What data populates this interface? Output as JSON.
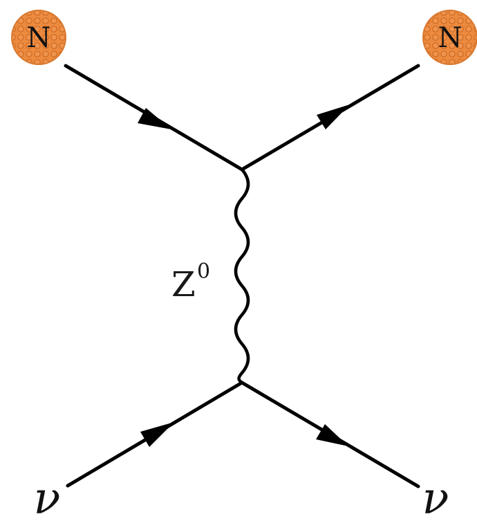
{
  "nucleus_in": {
    "label": "N"
  },
  "nucleus_out": {
    "label": "N"
  },
  "neutrino_in": {
    "label": "ν"
  },
  "neutrino_out": {
    "label": "ν"
  },
  "propagator": {
    "label": "Z",
    "superscript": "0"
  },
  "colors": {
    "line": "#000000",
    "nucleus_fill": "#ec8a3f",
    "nucleus_dots": "#c9641c"
  }
}
